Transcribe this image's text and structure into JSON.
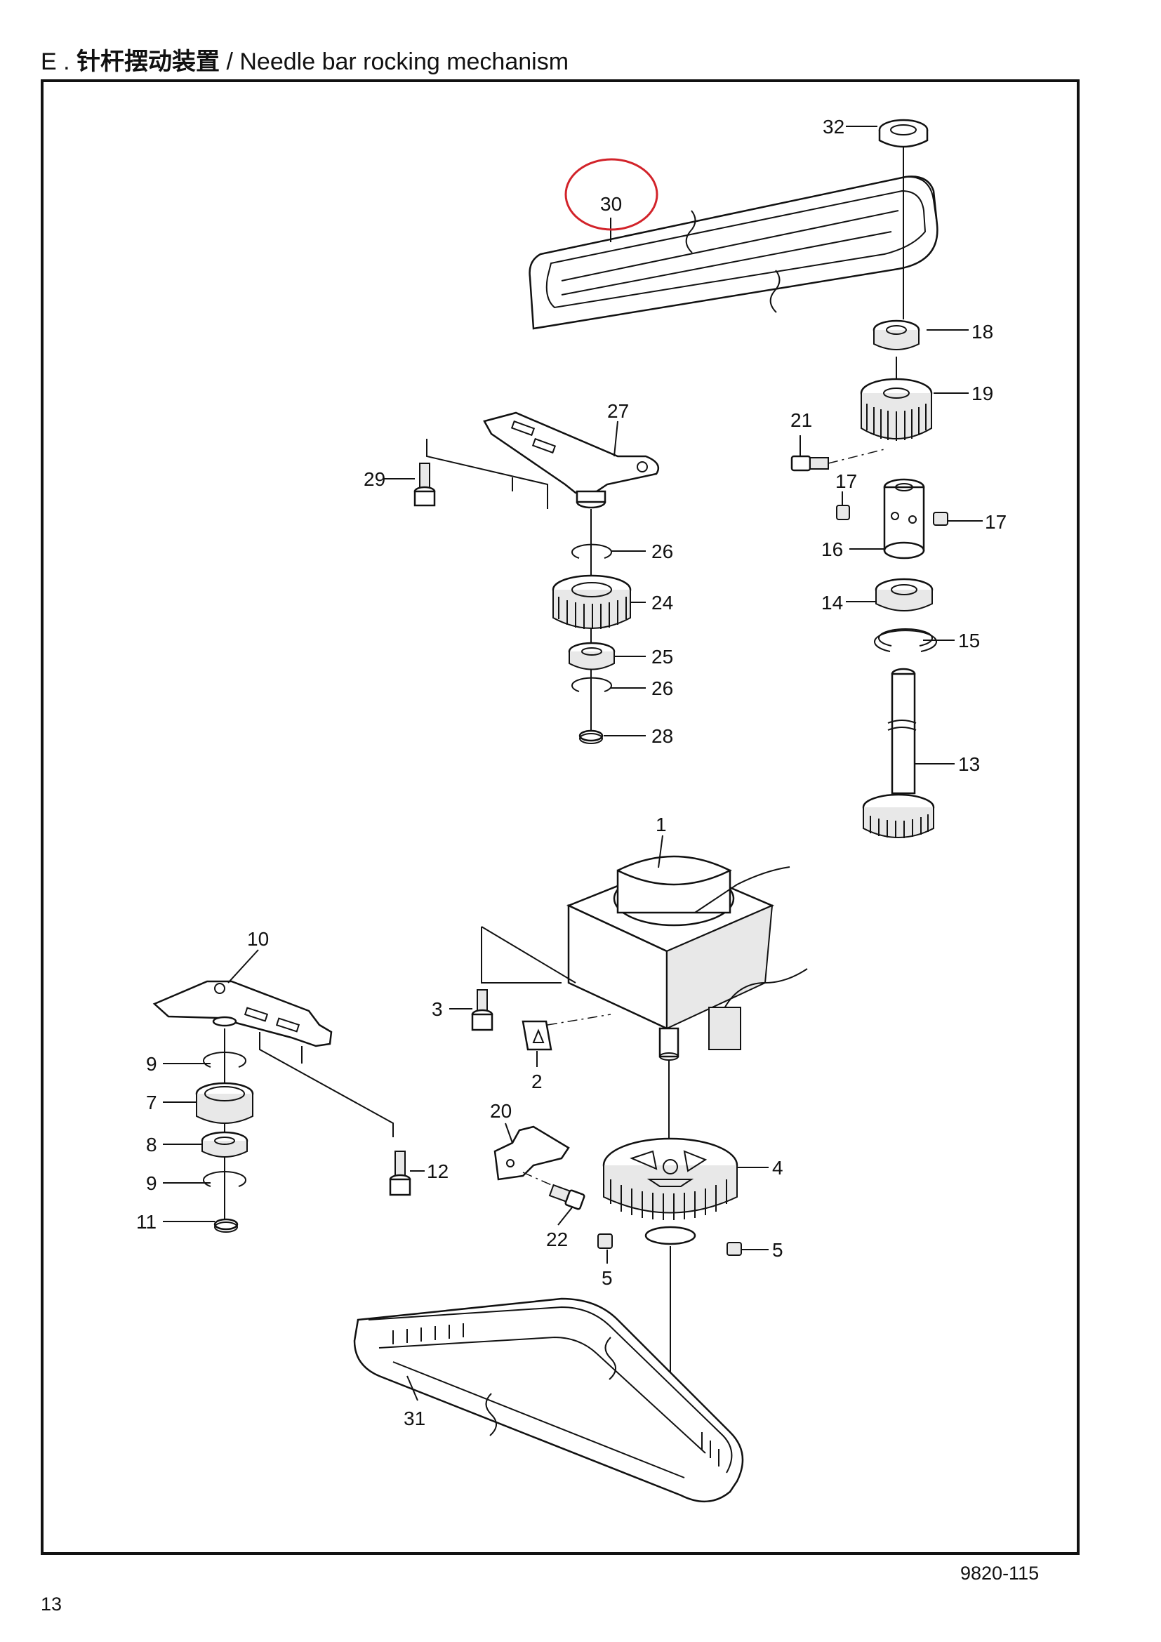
{
  "header": {
    "prefix": "E .",
    "title_cn": "针杆摆动装置",
    "separator": " / ",
    "title_en": "Needle bar rocking mechanism"
  },
  "footer": {
    "doc_number": "9820-115",
    "page_number": "13"
  },
  "callouts": [
    "1",
    "2",
    "3",
    "4",
    "5",
    "5",
    "7",
    "8",
    "9",
    "9",
    "10",
    "11",
    "12",
    "13",
    "14",
    "15",
    "16",
    "17",
    "17",
    "18",
    "19",
    "20",
    "21",
    "22",
    "24",
    "25",
    "26",
    "26",
    "27",
    "28",
    "29",
    "30",
    "31",
    "32"
  ],
  "highlight": {
    "label": "30",
    "color": "#d2232a"
  }
}
